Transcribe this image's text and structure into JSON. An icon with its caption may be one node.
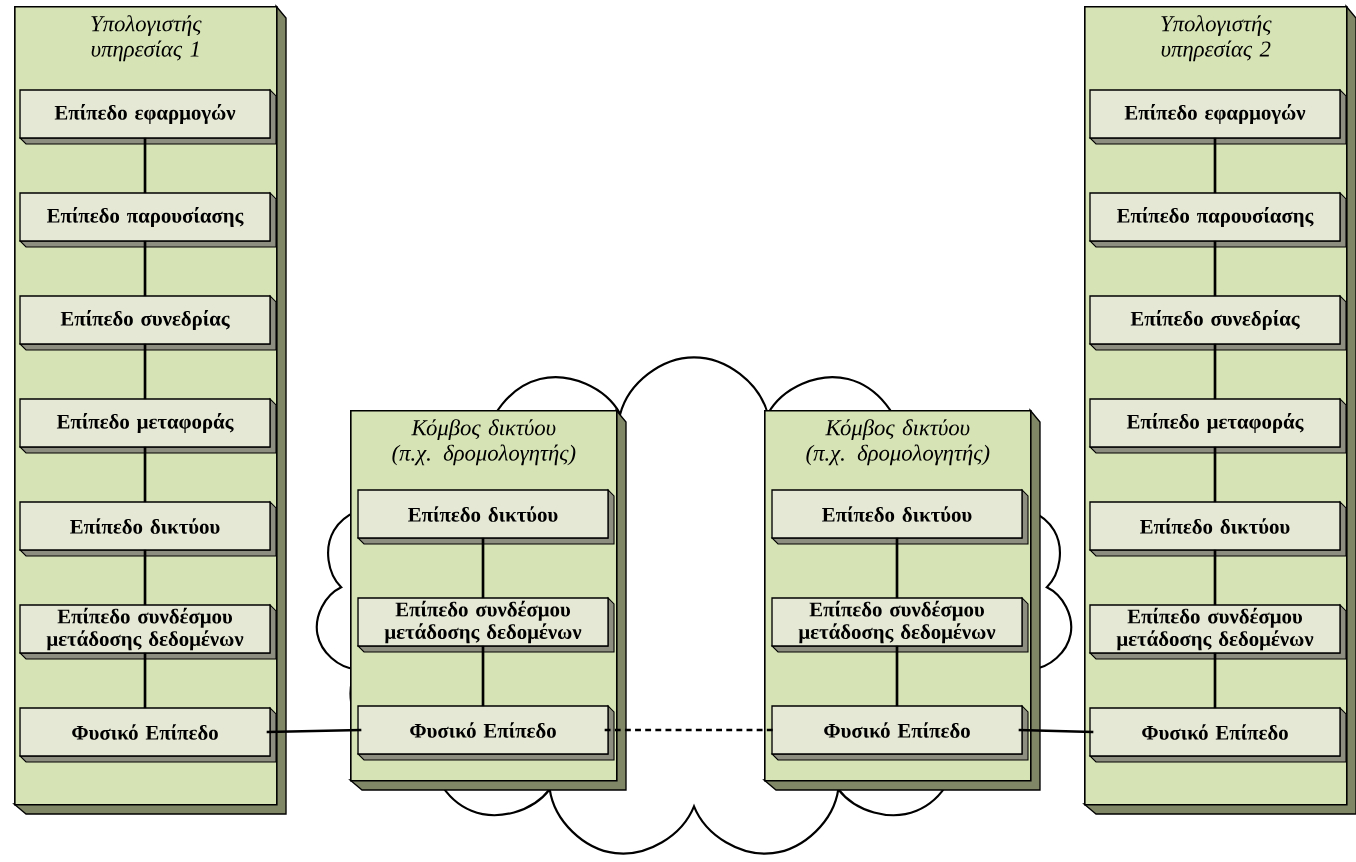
{
  "diagram": {
    "nodes": [
      {
        "text": [],
        "shape": "cloud"
      },
      {
        "text": [
          "Υπολογιστής υπηρεσίας 1"
        ]
      },
      {
        "text": [
          "Επίπεδο εφαρμογών"
        ],
        "in": 1
      },
      {
        "text": [
          "Επίπεδο παρουσίασης"
        ],
        "in": 1
      },
      {
        "text": [
          "Επίπεδο συνεδρίας"
        ],
        "in": 1
      },
      {
        "text": [
          "Επίπεδο μεταφοράς"
        ],
        "in": 1
      },
      {
        "text": [
          "Επίπεδο δικτύου"
        ],
        "in": 1
      },
      {
        "text": [
          "Επίπεδο συνδέσμου μετάδοσης δεδομένων"
        ],
        "in": 1
      },
      {
        "text": [
          "Φυσικό Επίπεδο"
        ],
        "in": 1
      },
      {
        "text": [
          "Κόμβος δικτύου (π.χ. δρομολογητής)"
        ],
        "in": 0
      },
      {
        "text": [
          "Επίπεδο δικτύου"
        ],
        "in": 9
      },
      {
        "text": [
          "Επίπεδο συνδέσμου μετάδοσης δεδομένων"
        ],
        "in": 9
      },
      {
        "text": [
          "Φυσικό Επίπεδο"
        ],
        "in": 9
      },
      {
        "text": [
          "Κόμβος δικτύου (π.χ. δρομολογητής)"
        ],
        "in": 0
      },
      {
        "text": [
          "Επίπεδο δικτύου"
        ],
        "in": 13
      },
      {
        "text": [
          "Επίπεδο συνδέσμου μετάδοσης δεδομένων"
        ],
        "in": 13
      },
      {
        "text": [
          "Φυσικό Επίπεδο"
        ],
        "in": 13
      },
      {
        "text": [
          "Υπολογιστής υπηρεσίας 2"
        ]
      },
      {
        "text": [
          "Επίπεδο εφαρμογών"
        ],
        "in": 17
      },
      {
        "text": [
          "Επίπεδο παρουσίασης"
        ],
        "in": 17
      },
      {
        "text": [
          "Επίπεδο συνεδρίας"
        ],
        "in": 17
      },
      {
        "text": [
          "Επίπεδο μεταφοράς"
        ],
        "in": 17
      },
      {
        "text": [
          "Επίπεδο δικτύου"
        ],
        "in": 17
      },
      {
        "text": [
          "Επίπεδο συνδέσμου μετάδοσης δεδομένων"
        ],
        "in": 17
      },
      {
        "text": [
          "Φυσικό Επίπεδο"
        ],
        "in": 17
      }
    ],
    "edges": [
      {
        "from": 2,
        "to": 3,
        "arrow": "none"
      },
      {
        "from": 3,
        "to": 4,
        "arrow": "none"
      },
      {
        "from": 4,
        "to": 5,
        "arrow": "none"
      },
      {
        "from": 5,
        "to": 6,
        "arrow": "none"
      },
      {
        "from": 6,
        "to": 7,
        "arrow": "none"
      },
      {
        "from": 7,
        "to": 8,
        "arrow": "none"
      },
      {
        "from": 10,
        "to": 11,
        "arrow": "none"
      },
      {
        "from": 11,
        "to": 12,
        "arrow": "none"
      },
      {
        "from": 14,
        "to": 15,
        "arrow": "none"
      },
      {
        "from": 15,
        "to": 16,
        "arrow": "none"
      },
      {
        "from": 18,
        "to": 19,
        "arrow": "none"
      },
      {
        "from": 19,
        "to": 20,
        "arrow": "none"
      },
      {
        "from": 20,
        "to": 21,
        "arrow": "none"
      },
      {
        "from": 21,
        "to": 22,
        "arrow": "none"
      },
      {
        "from": 22,
        "to": 23,
        "arrow": "none"
      },
      {
        "from": 23,
        "to": 24,
        "arrow": "none"
      },
      {
        "from": 8,
        "to": 12,
        "arrow": "none"
      },
      {
        "from": 12,
        "to": 16,
        "arrow": "none",
        "style": "dashed"
      },
      {
        "from": 16,
        "to": 24,
        "arrow": "none"
      }
    ]
  }
}
